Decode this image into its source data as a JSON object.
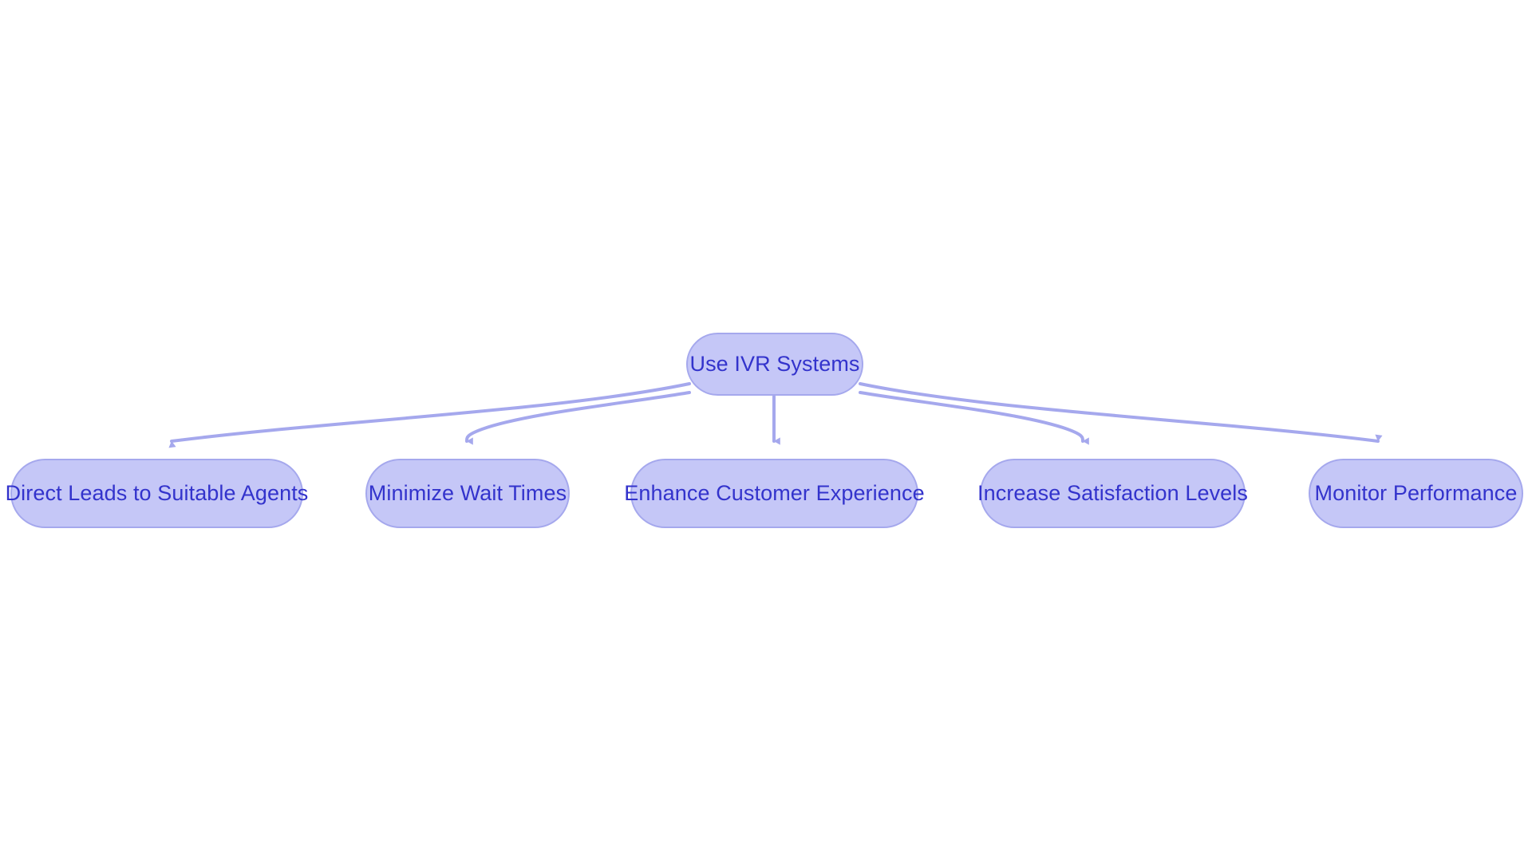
{
  "diagram": {
    "type": "flowchart",
    "title": "Use IVR Systems flowchart",
    "background_color": "#ffffff",
    "node_fill_color": "#c5c7f7",
    "node_border_color": "#a5a8ed",
    "node_text_color": "#3333cc",
    "edge_color": "#a5a8ed",
    "root": {
      "id": "root",
      "label": "Use IVR Systems"
    },
    "nodes": [
      {
        "id": "leaf-0",
        "label": "Direct Leads to Suitable Agents"
      },
      {
        "id": "leaf-1",
        "label": "Minimize Wait Times"
      },
      {
        "id": "leaf-2",
        "label": "Enhance Customer Experience"
      },
      {
        "id": "leaf-3",
        "label": "Increase Satisfaction Levels"
      },
      {
        "id": "leaf-4",
        "label": "Monitor Performance"
      }
    ],
    "edges": [
      {
        "from": "root",
        "to": "leaf-0",
        "label": "",
        "arrow": "down"
      },
      {
        "from": "root",
        "to": "leaf-1",
        "label": "",
        "arrow": "down"
      },
      {
        "from": "root",
        "to": "leaf-2",
        "label": "",
        "arrow": "down"
      },
      {
        "from": "root",
        "to": "leaf-3",
        "label": "",
        "arrow": "down"
      },
      {
        "from": "root",
        "to": "leaf-4",
        "label": "",
        "arrow": "down"
      }
    ]
  }
}
